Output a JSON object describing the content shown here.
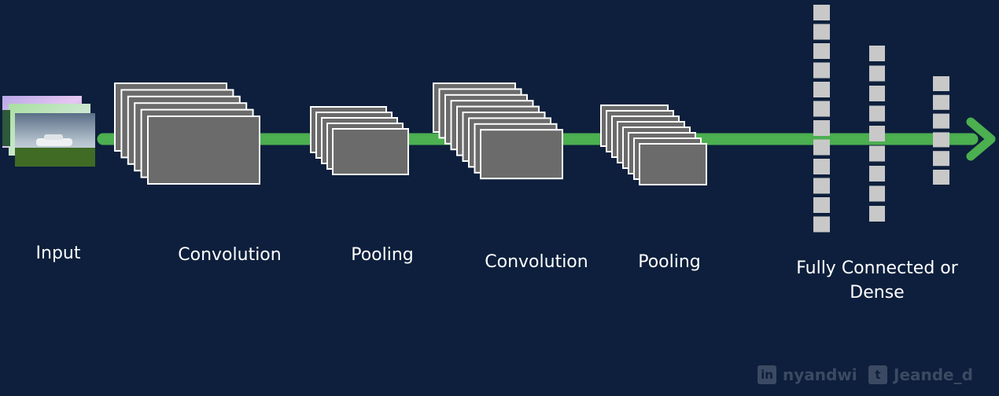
{
  "colors": {
    "background": "#0d1f3c",
    "flow_arrow": "#4caf50",
    "feature_map_fill": "#6b6b6b",
    "feature_map_border": "#ffffff",
    "dense_unit": "#c8c8c8",
    "watermark": "#3b4a62"
  },
  "stages": [
    {
      "id": "input",
      "label": "Input",
      "maps": 3
    },
    {
      "id": "conv1",
      "label": "Convolution",
      "maps": 6
    },
    {
      "id": "pool1",
      "label": "Pooling",
      "maps": 5
    },
    {
      "id": "conv2",
      "label": "Convolution",
      "maps": 9
    },
    {
      "id": "pool2",
      "label": "Pooling",
      "maps": 8
    },
    {
      "id": "dense",
      "label": "Fully Connected or Dense",
      "layers": [
        12,
        9,
        6
      ]
    }
  ],
  "labels": {
    "input": "Input",
    "conv1": "Convolution",
    "pool1": "Pooling",
    "conv2": "Convolution",
    "pool2": "Pooling",
    "dense_line1": "Fully Connected or",
    "dense_line2": "Dense"
  },
  "watermark": {
    "linkedin_icon": "linkedin-icon",
    "linkedin_glyph": "in",
    "linkedin_handle": "nyandwi",
    "twitter_icon": "twitter-icon",
    "twitter_glyph": "t",
    "twitter_handle": "Jeande_d"
  }
}
